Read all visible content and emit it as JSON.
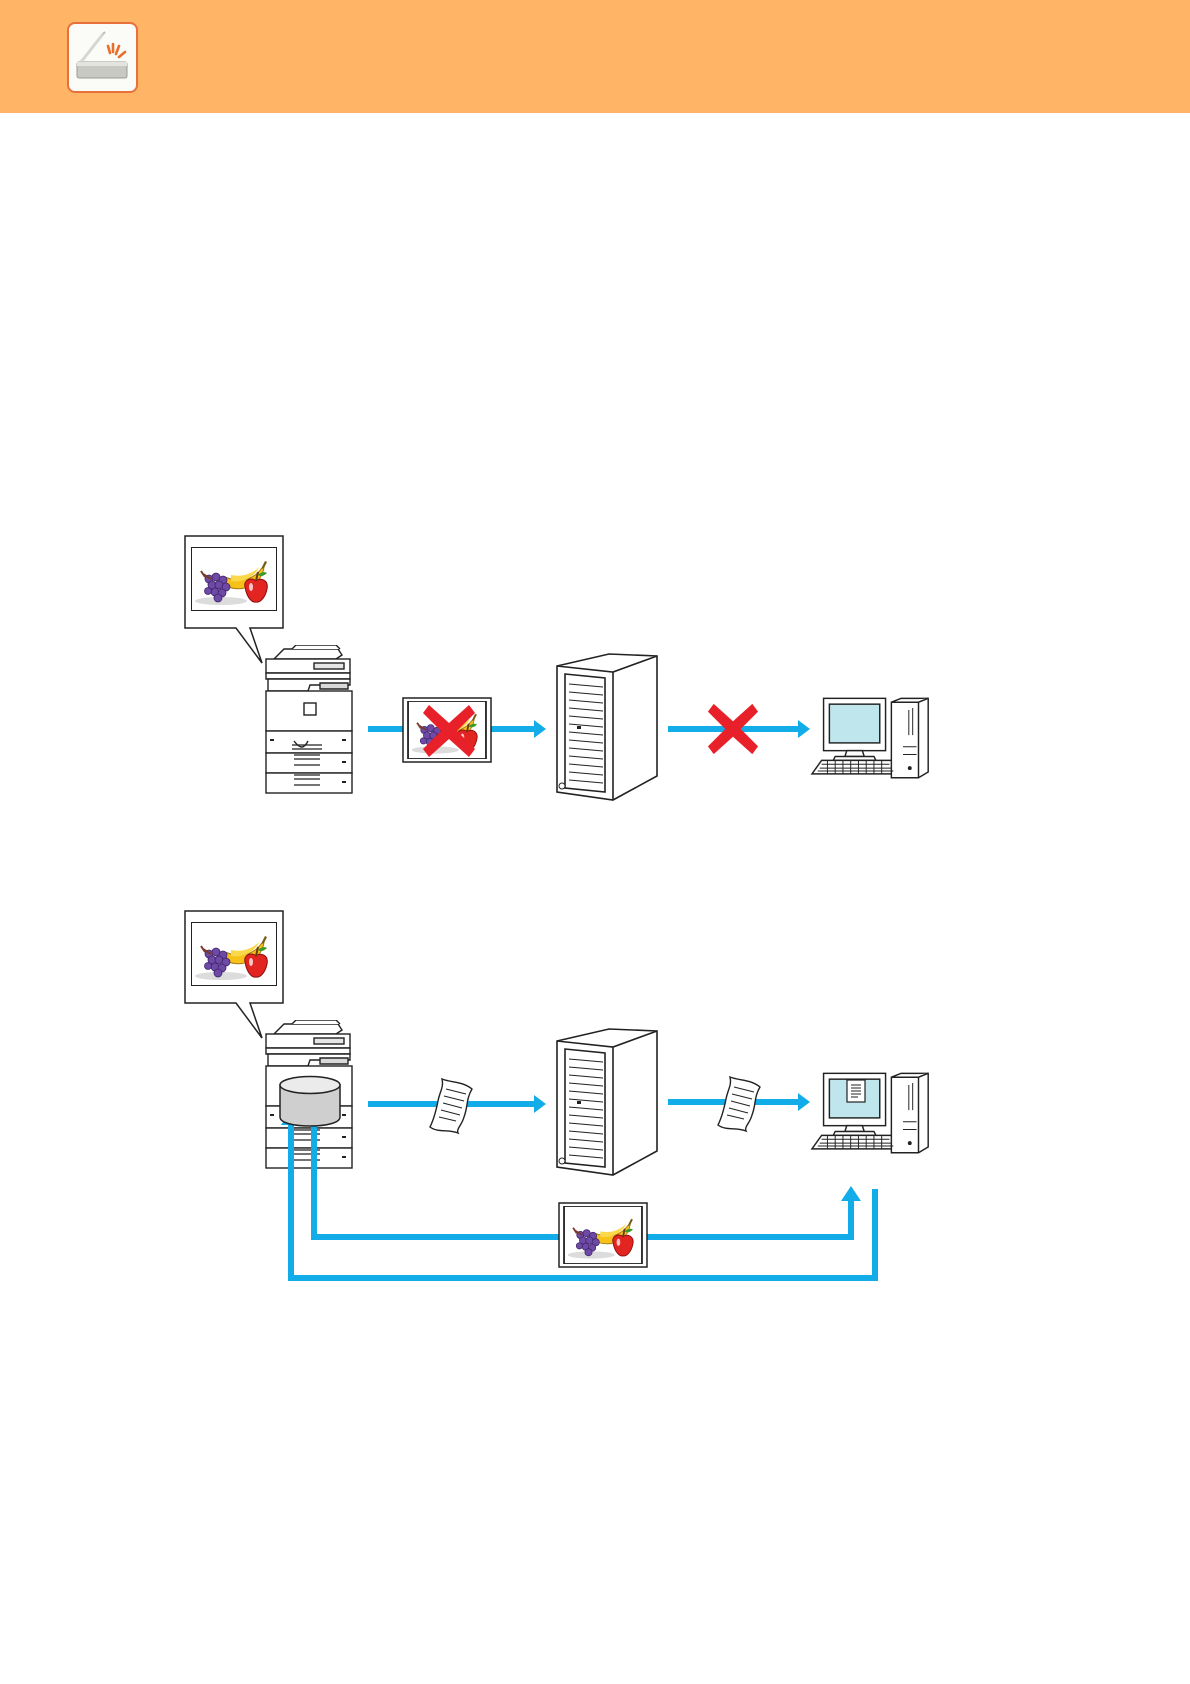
{
  "header": {
    "background_color": "#FFB466",
    "icon": "scanner-icon"
  },
  "colors": {
    "arrow": "#12ADE8",
    "error_x": "#E8202A",
    "monitor_screen": "#BFE6EC",
    "outline": "#222222"
  },
  "diagram_one": {
    "devices": [
      "multifunction-printer-icon",
      "server-tower-icon",
      "desktop-computer-icon"
    ],
    "transfer_1": "image-blocked",
    "transfer_2": "blocked"
  },
  "diagram_two": {
    "devices": [
      "multifunction-printer-icon",
      "storage-drive-icon",
      "server-tower-icon",
      "desktop-computer-icon"
    ],
    "transfer_1": "document",
    "transfer_2": "document",
    "return_path": "image"
  }
}
